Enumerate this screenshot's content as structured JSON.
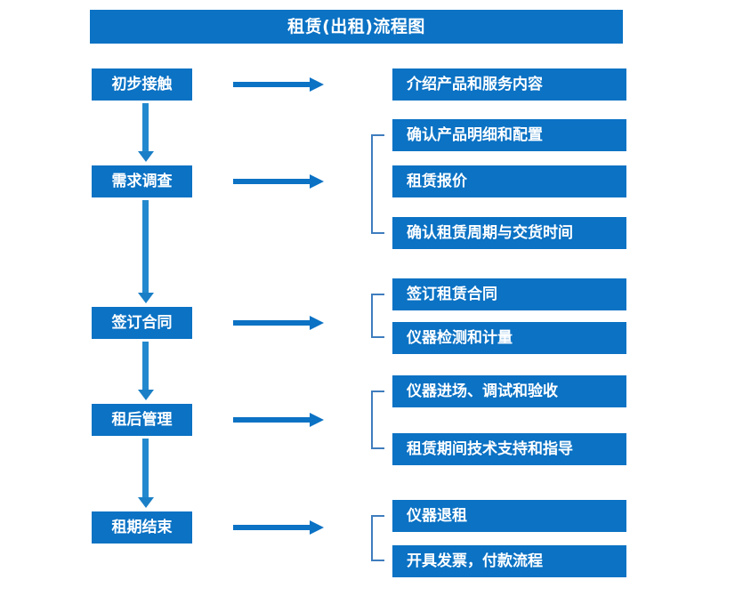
{
  "diagram": {
    "title": "租赁(出租)流程图",
    "accent_color": "#0B72C4",
    "bracket_color": "#3F7DBE",
    "arrow_color": "#2389CE",
    "stages": [
      {
        "label": "初步接触"
      },
      {
        "label": "需求调查"
      },
      {
        "label": "签订合同"
      },
      {
        "label": "租后管理"
      },
      {
        "label": "租期结束"
      }
    ],
    "details": [
      {
        "label": "介绍产品和服务内容"
      },
      {
        "label": "确认产品明细和配置"
      },
      {
        "label": "租赁报价"
      },
      {
        "label": "确认租赁周期与交货时间"
      },
      {
        "label": "签订租赁合同"
      },
      {
        "label": "仪器检测和计量"
      },
      {
        "label": "仪器进场、调试和验收"
      },
      {
        "label": "租赁期间技术支持和指导"
      },
      {
        "label": "仪器退租"
      },
      {
        "label": "开具发票，付款流程"
      }
    ]
  }
}
